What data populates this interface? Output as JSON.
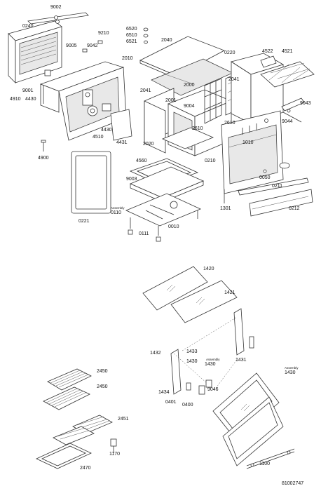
{
  "labels": {
    "p9002": "9002",
    "p0240": "0240",
    "p9210": "9210",
    "p9005": "9005",
    "p9042": "9042",
    "p2010": "2010",
    "p9001": "9001",
    "p4910": "4910",
    "p4430": "4430",
    "p4430b": "4430",
    "p4510": "4510",
    "p4431": "4431",
    "p4900": "4900",
    "p0221": "0221",
    "p6520": "6520",
    "p6510": "6510",
    "p6521": "6521",
    "p2040": "2040",
    "p0220": "0220",
    "p4522": "4522",
    "p4521": "4521",
    "p2041": "2041",
    "p2041b": "2041",
    "p2000": "2000",
    "p2001": "2001",
    "p9004": "9004",
    "p2610": "2610",
    "p2610b": "2610",
    "p2020": "2020",
    "p9043": "9043",
    "p9044": "9044",
    "p1010": "1010",
    "p0210": "0210",
    "p4560": "4560",
    "p9003": "9003",
    "p0050": "0050",
    "p0211": "0211",
    "assembly1": "Assembly",
    "p0110": "0110",
    "p1301": "1301",
    "p0212": "0212",
    "p0010": "0010",
    "p0111": "0111",
    "p1420": "1420",
    "p1421": "1421",
    "p1432": "1432",
    "p1433": "1433",
    "p1430": "1430",
    "assembly2": "Assembly",
    "p1430b": "1430",
    "p1431": "1431",
    "assembly3": "Assembly",
    "p1430c": "1430",
    "p9046": "9046",
    "p1434": "1434",
    "p0401": "0401",
    "p0400": "0400",
    "p2450": "2450",
    "p2450b": "2450",
    "p2451": "2451",
    "p1170": "1170",
    "p2470": "2470",
    "p1100": "1100",
    "docnum": "81002747"
  }
}
